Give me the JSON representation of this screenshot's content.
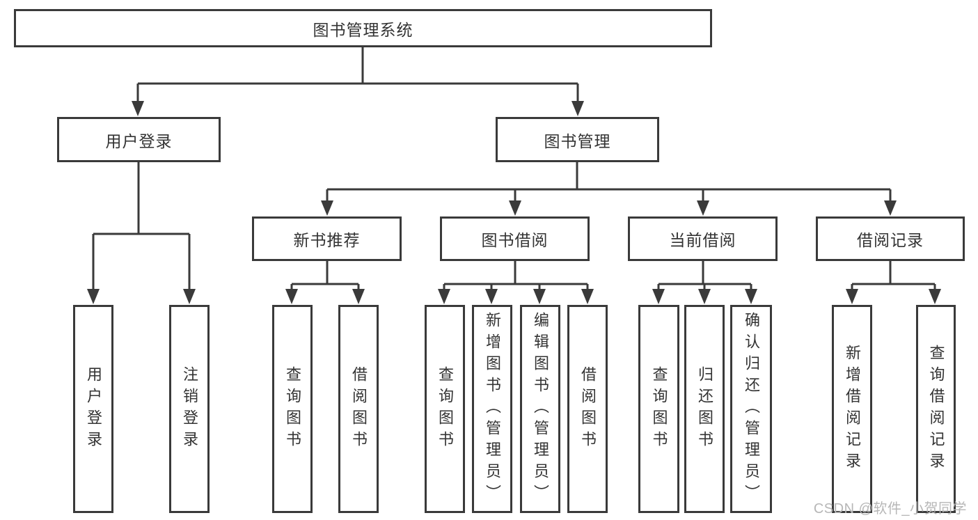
{
  "tree": {
    "root": "图书管理系统",
    "branches": [
      {
        "label": "用户登录",
        "leaves": [
          "用户登录",
          "注销登录"
        ]
      },
      {
        "label": "图书管理",
        "subs": [
          {
            "label": "新书推荐",
            "leaves": [
              "查询图书",
              "借阅图书"
            ]
          },
          {
            "label": "图书借阅",
            "leaves": [
              "查询图书",
              "新增图书（管理员）",
              "编辑图书（管理员）",
              "借阅图书"
            ]
          },
          {
            "label": "当前借阅",
            "leaves": [
              "查询图书",
              "归还图书",
              "确认归还（管理员）"
            ]
          },
          {
            "label": "借阅记录",
            "leaves": [
              "新增借阅记录",
              "查询借阅记录"
            ]
          }
        ]
      }
    ]
  },
  "watermark": "CSDN @软件_小贺同学",
  "colors": {
    "line": "#3a3a3a",
    "text": "#333333",
    "watermark": "#b7b7b7",
    "background": "#ffffff"
  }
}
